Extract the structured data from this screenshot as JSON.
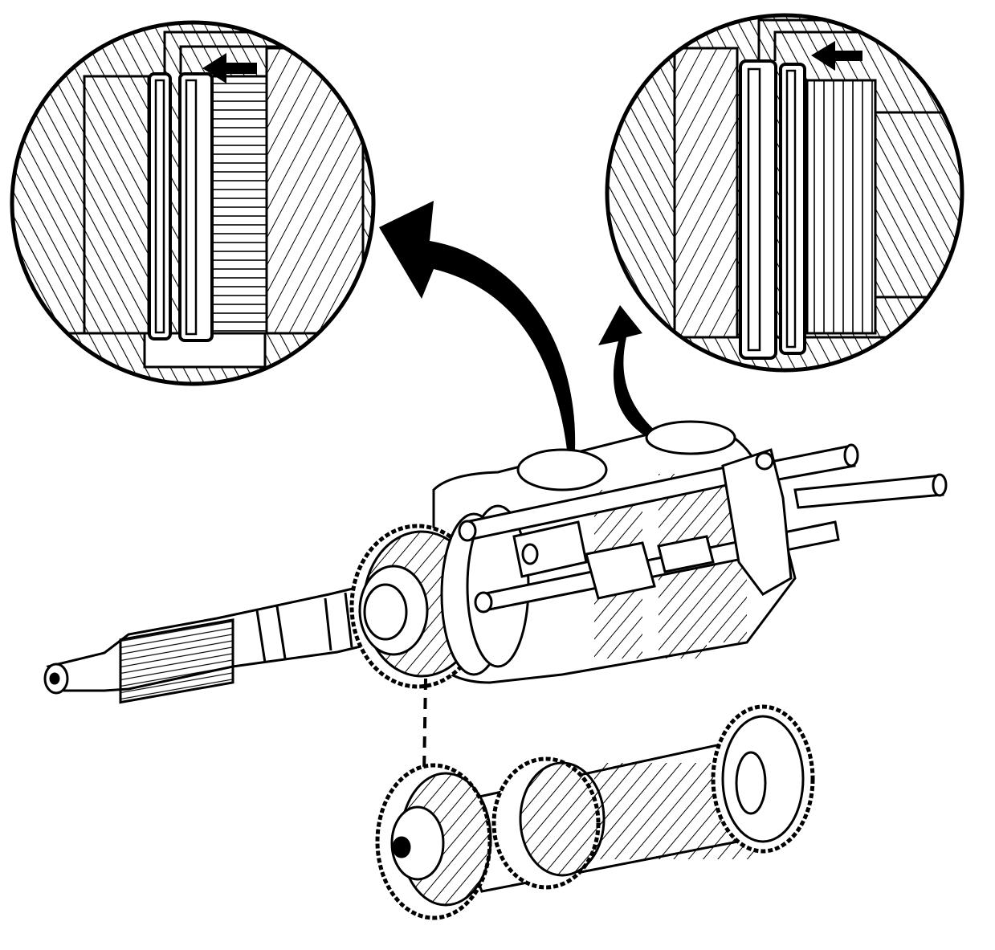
{
  "figure": {
    "kind": "transmission-assembly-exploded-view",
    "line_color": "#000000",
    "background_color": "#ffffff",
    "components": [
      "detail-view-left",
      "detail-view-right",
      "mainshaft-assembly",
      "countershaft-gear-cluster",
      "shift-rails",
      "callout-arrows"
    ],
    "text_labels": []
  }
}
